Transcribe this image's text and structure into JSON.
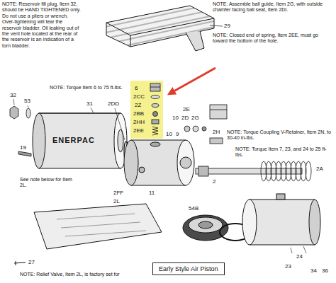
{
  "diagram": {
    "nodes": [
      {
        "text": [
          "Early Style Air Piston"
        ]
      }
    ],
    "labels": [
      "NOTE: Reservoir fill plug, Item 32, should be HAND TIGHTENED only. Do not use a pliers or wrench. Over-tightening will tear the reservoir bladder. Oil leaking out of the vent hole located at the rear of the reservoir is an indication of a torn bladder.",
      "29",
      "NOTE: Assemble ball guide, Item 2G, with outside chamfer facing ball seat, Item 2DI.",
      "NOTE: Closed end of spring, Item 2EE, must go toward the bottom of the hole.",
      "NOTE: Torque Item 6 to 75 ft-lbs.",
      "6",
      "2CC",
      "2Z",
      "2BB",
      "2HH",
      "2EE",
      "32",
      "53",
      "31",
      "2DD",
      "ENERPAC",
      "19",
      "2E",
      "10",
      "2D",
      "2G",
      "NOTE: Torque Coupling V-Retainer, Item 2N, to 30-40 in-lbs.",
      "2H",
      "10",
      "9",
      "NOTE: Torque Item 7, 23, and 24 to 25 ft-lbs.",
      "2A",
      "2",
      "See note below for Item 2L.",
      "2FF",
      "2L",
      "11",
      "54B",
      "27",
      "24",
      "23",
      "34",
      "36",
      "NOTE: Relief Valve, Item 2L, is factory set for"
    ]
  }
}
